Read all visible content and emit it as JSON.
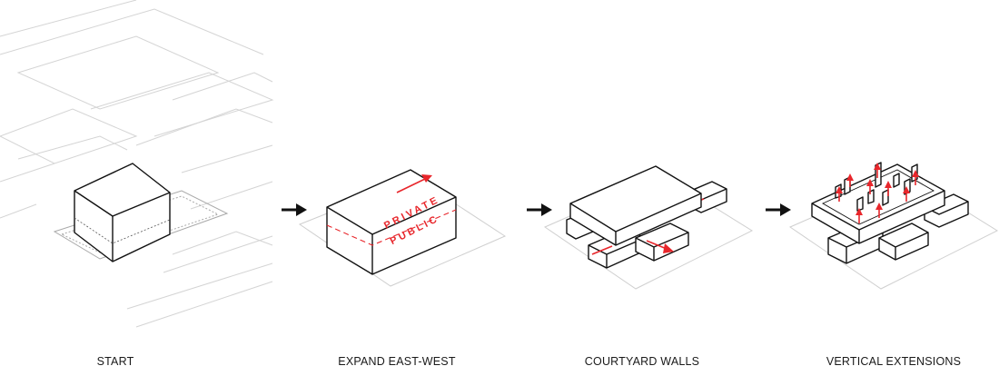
{
  "steps": [
    {
      "label": "START"
    },
    {
      "label": "EXPAND EAST-WEST"
    },
    {
      "label": "COURTYARD WALLS"
    },
    {
      "label": "VERTICAL EXTENSIONS"
    }
  ],
  "annotations": {
    "private": "PRIVATE",
    "public": "PUBLIC"
  },
  "colors": {
    "accent": "#e8262b",
    "line": "#111111",
    "site": "#cfcfcf"
  }
}
